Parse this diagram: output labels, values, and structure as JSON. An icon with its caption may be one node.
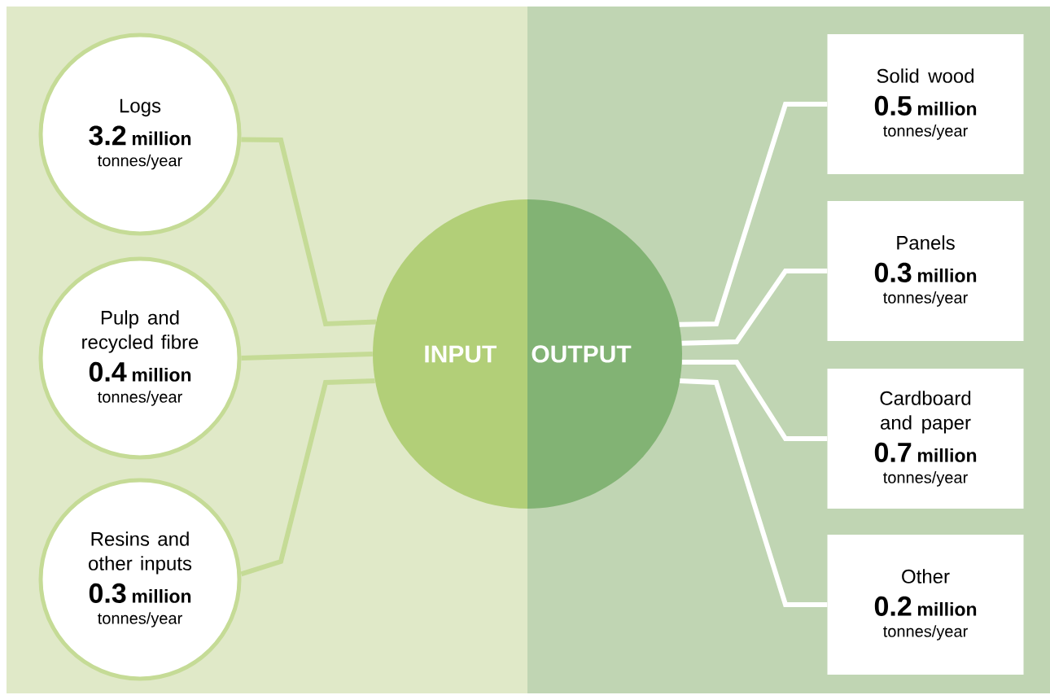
{
  "diagram": {
    "nodes": [
      {
        "text": [
          "INPUT",
          "OUTPUT"
        ]
      },
      {
        "text": [
          "Logs",
          "3.2",
          "million",
          "tonnes/year"
        ]
      },
      {
        "text": [
          "Pulp and recycled fibre",
          "0.4",
          "million",
          "tonnes/year"
        ]
      },
      {
        "text": [
          "Resins and other inputs",
          "0.3",
          "million",
          "tonnes/year"
        ]
      },
      {
        "text": [
          "Solid wood",
          "0.5",
          "million",
          "tonnes/year"
        ]
      },
      {
        "text": [
          "Panels",
          "0.3",
          "million",
          "tonnes/year"
        ]
      },
      {
        "text": [
          "Cardboard and paper",
          "0.7",
          "million",
          "tonnes/year"
        ]
      },
      {
        "text": [
          "Other",
          "0.2",
          "million",
          "tonnes/year"
        ]
      }
    ],
    "edges": [
      {
        "from": 1,
        "to": 0,
        "arrow": "none",
        "color": "#c5db96"
      },
      {
        "from": 2,
        "to": 0,
        "arrow": "none",
        "color": "#c5db96"
      },
      {
        "from": 3,
        "to": 0,
        "arrow": "none",
        "color": "#c5db96"
      },
      {
        "from": 0,
        "to": 4,
        "arrow": "none"
      },
      {
        "from": 0,
        "to": 5,
        "arrow": "none"
      },
      {
        "from": 0,
        "to": 6,
        "arrow": "none"
      },
      {
        "from": 0,
        "to": 7,
        "arrow": "none"
      }
    ]
  }
}
